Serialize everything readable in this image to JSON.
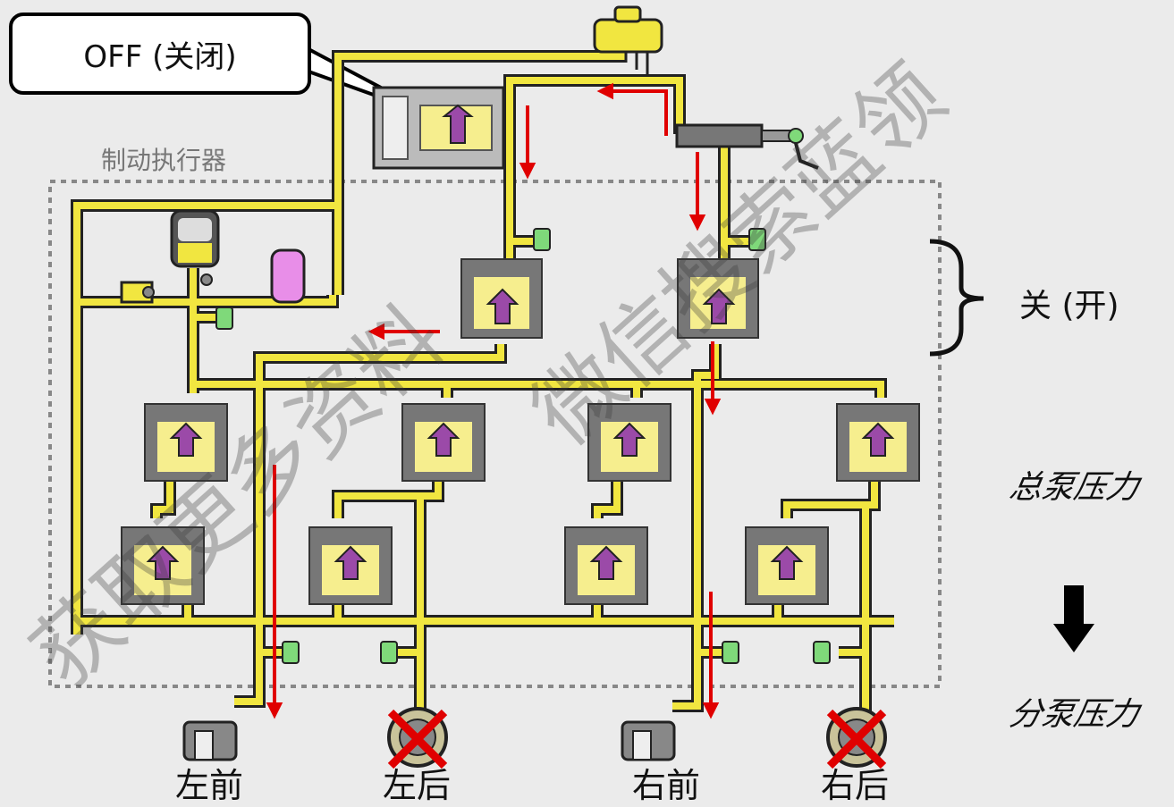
{
  "callout": {
    "text": "OFF (关闭)"
  },
  "labels": {
    "actuator": "制动执行器",
    "valve_state": "关 (开)",
    "master_pressure": "总泵压力",
    "wheel_pressure": "分泵压力"
  },
  "wheels": {
    "left_front": "左前",
    "left_rear": "左后",
    "right_front": "右前",
    "right_rear": "右后"
  },
  "watermark": {
    "line1": "获取更多资料",
    "line2": "微信搜索蓝领"
  },
  "colors": {
    "pipe": "#f1e640",
    "pipe_outline": "#222222",
    "valve_body": "#8a8a8a",
    "valve_inner": "#f6ee8e",
    "piston": "#9b4aa8",
    "flow_arrow": "#e00000",
    "sensor": "#7fd97a",
    "pump": "#e88ee8",
    "blocked_mark": "#e00000"
  }
}
